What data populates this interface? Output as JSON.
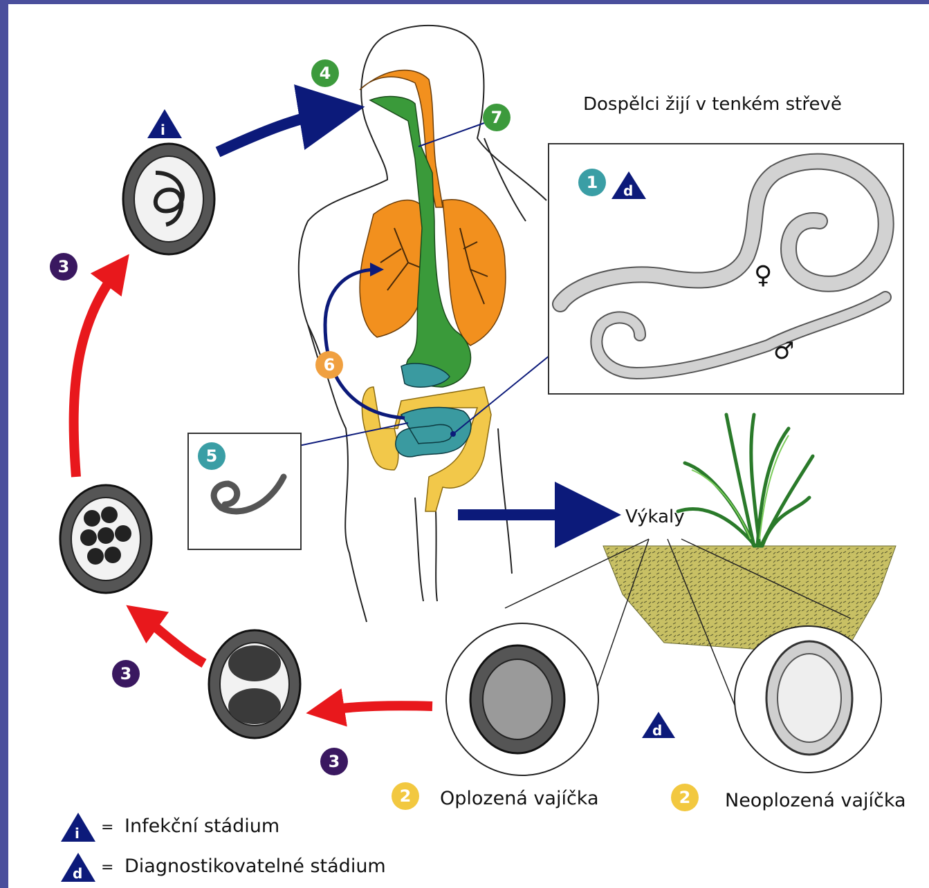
{
  "labels": {
    "adults": "Dospělci žijí v tenkém střevě",
    "feces": "Výkaly",
    "fertilized_eggs": "Oplozená vajíčka",
    "unfertilized_eggs": "Neoplozená vajíčka",
    "legend_infective": "Infekční stádium",
    "legend_diagnostic": "Diagnostikovatelné stádium",
    "equals": "="
  },
  "stages": {
    "s1": "1",
    "s2a": "2",
    "s2b": "2",
    "s3a": "3",
    "s3b": "3",
    "s3c": "3",
    "s4": "4",
    "s5": "5",
    "s6": "6",
    "s7": "7"
  },
  "markers": {
    "infective": "i",
    "diagnostic": "d"
  },
  "sex_symbols": {
    "female": "♀",
    "male": "♂"
  },
  "colors": {
    "teal_badge": "#3a9ea5",
    "green_badge": "#3c9a3c",
    "orange_badge": "#f0a040",
    "purple_badge": "#3a1860",
    "yellow_badge": "#f2c840",
    "navy_arrow": "#0c1a7a",
    "red_arrow": "#e8181c",
    "lungs": "#f2901e",
    "stomach": "#3a9a3a",
    "intestine_small": "#3a9aa0",
    "intestine_large": "#f2c84a",
    "soil": "#c8c064"
  }
}
